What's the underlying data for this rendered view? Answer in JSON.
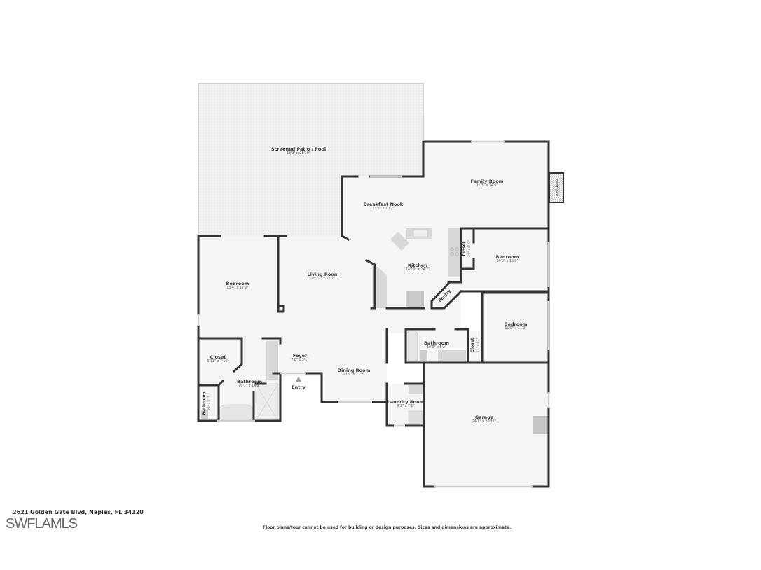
{
  "rooms": {
    "patio": {
      "name": "Screened Patio / Pool",
      "dims": "38'2\" x 25'10\""
    },
    "family_room": {
      "name": "Family Room",
      "dims": "21'3\" x 14'6\""
    },
    "fireplace": {
      "name": "Fireplace"
    },
    "breakfast_nook": {
      "name": "Breakfast Nook",
      "dims": "13'5\" x 10'2\""
    },
    "kitchen": {
      "name": "Kitchen",
      "dims": "14'10\" x 14'2\""
    },
    "pantry": {
      "name": "Pantry"
    },
    "closet_ne": {
      "name": "Closet",
      "dims": "2'0\" x 6'10\""
    },
    "bedroom_ne": {
      "name": "Bedroom",
      "dims": "14'8\" x 10'8\""
    },
    "bedroom_e": {
      "name": "Bedroom",
      "dims": "11'0\" x 11'9\""
    },
    "closet_e": {
      "name": "Closet",
      "dims": "2'1\" x 6'1\""
    },
    "bathroom_hall": {
      "name": "Bathroom",
      "dims": "10'3\" x 5'2\""
    },
    "bedroom_w": {
      "name": "Bedroom",
      "dims": "13'4\" x 17'2\""
    },
    "living_room": {
      "name": "Living Room",
      "dims": "15'11\" x 11'7\""
    },
    "closet_w": {
      "name": "Closet",
      "dims": "6'11\" x 7'11\""
    },
    "bathroom_master": {
      "name": "Bathroom",
      "dims": "10'1\" x 14'9\""
    },
    "bathroom_small": {
      "name": "Bathroom",
      "dims": "3'9\" x 5'7\""
    },
    "foyer": {
      "name": "Foyer",
      "dims": "7'0\" x 5'1\""
    },
    "dining_room": {
      "name": "Dining Room",
      "dims": "10'9\" x 11'2\""
    },
    "laundry_room": {
      "name": "Laundry Room",
      "dims": "6'1\" x 7'1\""
    },
    "garage": {
      "name": "Garage",
      "dims": "24'1\" x 20'11\""
    }
  },
  "entry": {
    "label": "Entry"
  },
  "footer": {
    "address": "2621 Golden Gate Blvd, Naples, FL 34120",
    "disclaimer": "Floor plans/tour cannot be used for building or design purposes. Sizes and dimensions are approximate.",
    "watermark": "SWFLAMLS"
  },
  "colors": {
    "wall": "#333333",
    "floor": "#f5f5f5",
    "fixture": "#d6d6d6",
    "window": "#e2e2e2",
    "background": "#ffffff"
  }
}
